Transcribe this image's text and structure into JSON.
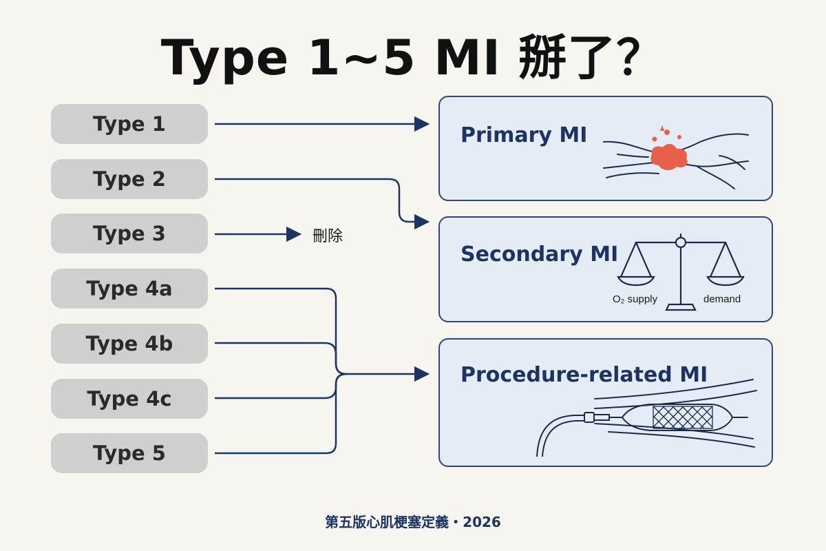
{
  "title": "Type 1~5 MI 掰了？",
  "types": [
    "Type 1",
    "Type 2",
    "Type 3",
    "Type 4a",
    "Type 4b",
    "Type 4c",
    "Type 5"
  ],
  "categories": {
    "primary": "Primary MI",
    "secondary": "Secondary MI",
    "procedure": "Procedure-related MI"
  },
  "deleted_label": "刪除",
  "scale_labels": {
    "left": "O₂ supply",
    "right": "demand"
  },
  "footer": "第五版心肌梗塞定義・2026",
  "colors": {
    "background": "#f7f5f0",
    "pill": "#cfcfcf",
    "box_fill": "#e6ecf5",
    "box_border": "#2c4777",
    "connector": "#1c3461",
    "clot": "#e8604c"
  },
  "icons": [
    "blood-vessel-clot-icon",
    "balance-scale-icon",
    "stent-catheter-icon"
  ]
}
